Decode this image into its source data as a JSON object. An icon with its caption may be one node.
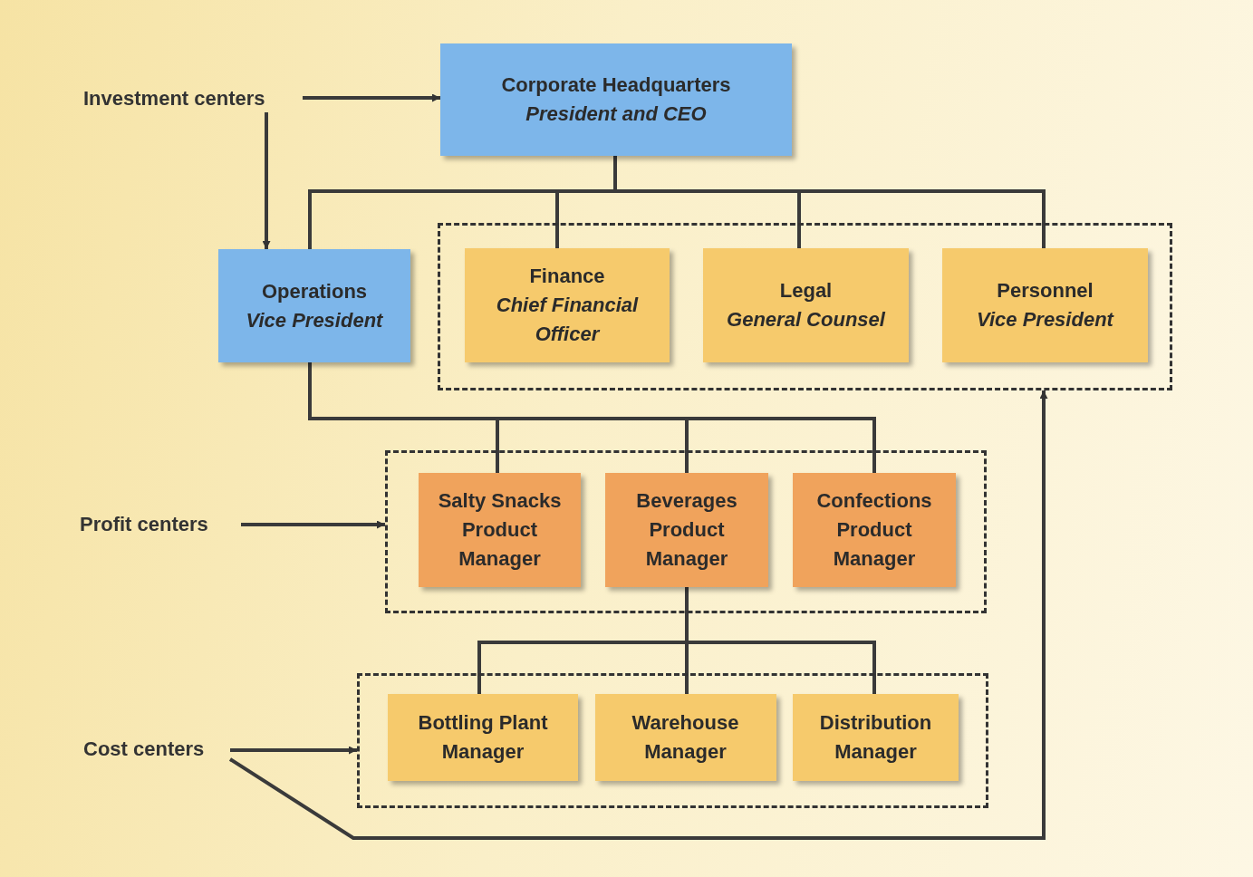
{
  "diagram": {
    "nodes": [
      {
        "text": [
          "Investment centers"
        ]
      },
      {
        "text": [
          "Corporate Headquarters",
          "President and CEO"
        ]
      },
      {
        "text": [
          "Operations",
          "Vice President"
        ]
      },
      {
        "text": [],
        "shape": "box"
      },
      {
        "text": [
          "Finance",
          "Chief Financial Officer"
        ],
        "in": 3
      },
      {
        "text": [
          "Legal",
          "General Counsel"
        ],
        "in": 3
      },
      {
        "text": [
          "Personnel",
          "Vice President"
        ],
        "in": 3
      },
      {
        "text": [
          "Profit centers"
        ]
      },
      {
        "text": [],
        "shape": "box"
      },
      {
        "text": [
          "Salty Snacks Product Manager"
        ],
        "in": 8
      },
      {
        "text": [
          "Beverages Product Manager"
        ],
        "in": 8
      },
      {
        "text": [
          "Confections Product Manager"
        ],
        "in": 8
      },
      {
        "text": [
          "Cost centers"
        ]
      },
      {
        "text": [],
        "shape": "box"
      },
      {
        "text": [
          "Bottling Plant Manager"
        ],
        "in": 13
      },
      {
        "text": [
          "Warehouse Manager"
        ],
        "in": 13
      },
      {
        "text": [
          "Distribution Manager"
        ],
        "in": 13
      }
    ],
    "edges": [
      {
        "from": 0,
        "to": 1,
        "arrow": "to"
      },
      {
        "from": 0,
        "to": 2,
        "arrow": "to"
      },
      {
        "from": 1,
        "to": 2,
        "arrow": "none"
      },
      {
        "from": 1,
        "to": 4,
        "arrow": "none"
      },
      {
        "from": 1,
        "to": 5,
        "arrow": "none"
      },
      {
        "from": 1,
        "to": 6,
        "arrow": "none"
      },
      {
        "from": 2,
        "to": 9,
        "arrow": "none"
      },
      {
        "from": 2,
        "to": 10,
        "arrow": "none"
      },
      {
        "from": 2,
        "to": 11,
        "arrow": "none"
      },
      {
        "from": 7,
        "to": 8,
        "arrow": "to"
      },
      {
        "from": 10,
        "to": 14,
        "arrow": "none"
      },
      {
        "from": 10,
        "to": 15,
        "arrow": "none"
      },
      {
        "from": 10,
        "to": 16,
        "arrow": "none"
      },
      {
        "from": 12,
        "to": 13,
        "arrow": "to"
      },
      {
        "from": 12,
        "to": 3,
        "arrow": "to"
      }
    ]
  }
}
